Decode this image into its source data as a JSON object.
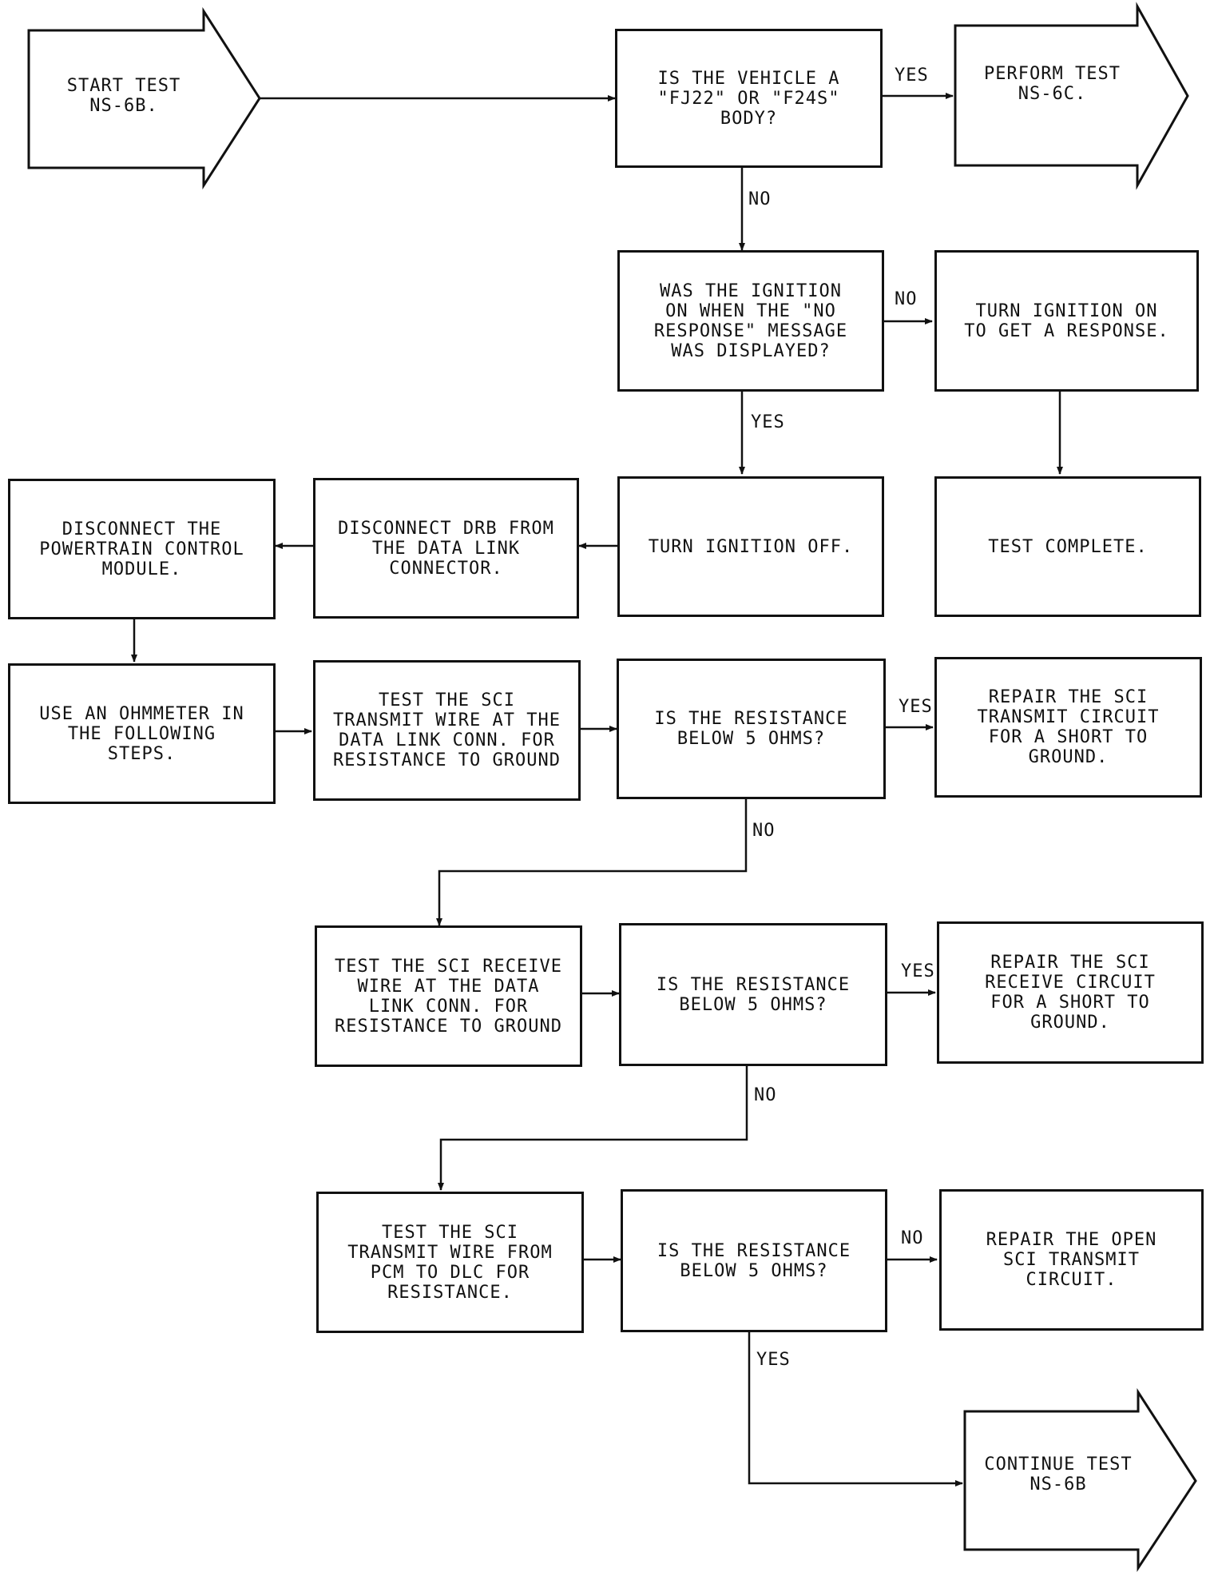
{
  "nodes": {
    "start": "START TEST\nNS-6B.",
    "q_vehicle": "IS THE VEHICLE A\n\"FJ22\" OR \"F24S\"\nBODY?",
    "perform_6c": "PERFORM TEST\nNS-6C.",
    "q_ignition": "WAS THE IGNITION\nON WHEN THE \"NO\nRESPONSE\" MESSAGE\nWAS DISPLAYED?",
    "turn_on": "TURN IGNITION ON\nTO GET A RESPONSE.",
    "turn_off": "TURN IGNITION OFF.",
    "test_complete": "TEST COMPLETE.",
    "disconnect_drb": "DISCONNECT DRB FROM\nTHE DATA LINK\nCONNECTOR.",
    "disconnect_pcm": "DISCONNECT THE\nPOWERTRAIN CONTROL\nMODULE.",
    "use_ohmmeter": "USE AN OHMMETER IN\nTHE FOLLOWING\nSTEPS.",
    "test_transmit": "TEST THE SCI\nTRANSMIT WIRE AT THE\nDATA LINK CONN. FOR\nRESISTANCE TO GROUND",
    "q_res1": "IS THE RESISTANCE\nBELOW 5 OHMS?",
    "repair_transmit_short": "REPAIR THE SCI\nTRANSMIT CIRCUIT\nFOR A SHORT TO\nGROUND.",
    "test_receive": "TEST THE SCI RECEIVE\nWIRE AT THE DATA\nLINK CONN. FOR\nRESISTANCE TO GROUND",
    "q_res2": "IS THE RESISTANCE\nBELOW 5 OHMS?",
    "repair_receive_short": "REPAIR THE SCI\nRECEIVE CIRCUIT\nFOR A SHORT TO\nGROUND.",
    "test_pcm_dlc": "TEST THE SCI\nTRANSMIT WIRE FROM\nPCM TO DLC FOR\nRESISTANCE.",
    "q_res3": "IS THE RESISTANCE\nBELOW 5 OHMS?",
    "repair_open": "REPAIR THE OPEN\nSCI TRANSMIT\nCIRCUIT.",
    "continue": "CONTINUE TEST\nNS-6B"
  },
  "labels": {
    "vehicle_yes": "YES",
    "vehicle_no": "NO",
    "ignition_no": "NO",
    "ignition_yes": "YES",
    "res1_yes": "YES",
    "res1_no": "NO",
    "res2_yes": "YES",
    "res2_no": "NO",
    "res3_no": "NO",
    "res3_yes": "YES"
  },
  "colors": {
    "line": "#111111",
    "background": "#ffffff"
  }
}
